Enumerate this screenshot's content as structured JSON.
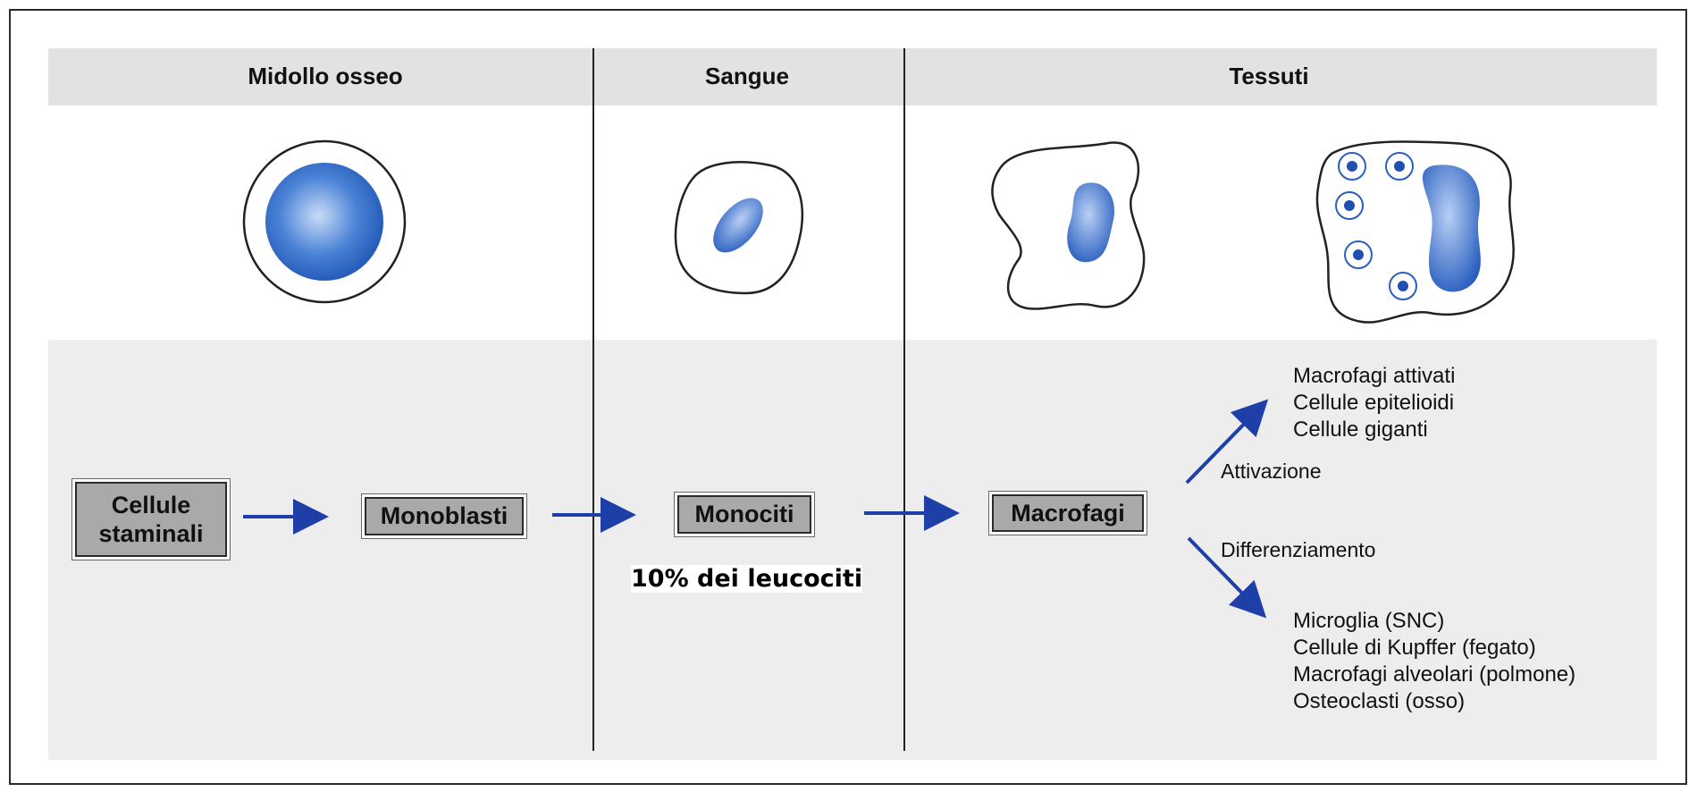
{
  "columns": {
    "bone_marrow": "Midollo osseo",
    "blood": "Sangue",
    "tissues": "Tessuti"
  },
  "stages": {
    "stem_cells_line1": "Cellule",
    "stem_cells_line2": "staminali",
    "monoblasts": "Monoblasti",
    "monocytes": "Monociti",
    "macrophages": "Macrofagi"
  },
  "note": "10% dei leucociti",
  "activation": {
    "label": "Attivazione",
    "items": [
      "Macrofagi attivati",
      "Cellule epitelioidi",
      "Cellule giganti"
    ]
  },
  "differentiation": {
    "label": "Differenziamento",
    "items": [
      "Microglia (SNC)",
      "Cellule di Kupffer (fegato)",
      "Macrofagi alveolari (polmone)",
      "Osteoclasti (osso)"
    ]
  },
  "colors": {
    "arrow": "#1f3fa8",
    "nucleus": "#3f78d0",
    "stage_box": "#a9a9a9",
    "header_band": "#e2e2e2"
  }
}
